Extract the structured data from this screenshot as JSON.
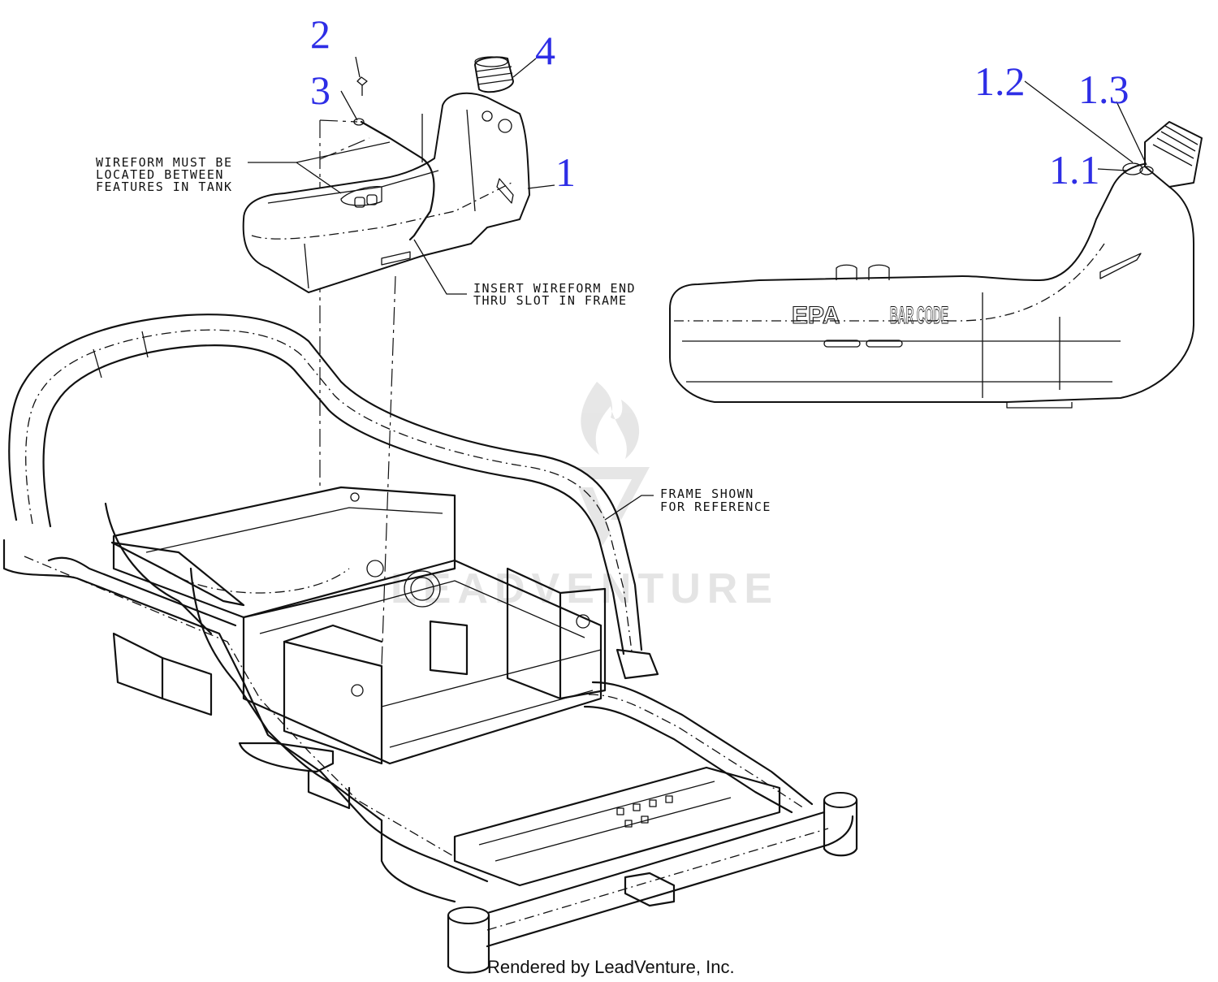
{
  "callouts": {
    "c1": "1",
    "c2": "2",
    "c3": "3",
    "c4": "4",
    "c1_1": "1.1",
    "c1_2": "1.2",
    "c1_3": "1.3"
  },
  "notes": {
    "wireform_line1": "WIREFORM MUST BE",
    "wireform_line2": "LOCATED BETWEEN",
    "wireform_line3": "FEATURES IN TANK",
    "insert_line1": "INSERT WIREFORM END",
    "insert_line2": "THRU SLOT IN FRAME",
    "frame_line1": "FRAME SHOWN",
    "frame_line2": "FOR REFERENCE"
  },
  "tank_labels": {
    "epa": "EPA",
    "barcode": "BAR CODE"
  },
  "watermark": "LEADVENTURE",
  "footer": "Rendered by LeadVenture, Inc.",
  "colors": {
    "callout": "#2e2ee6",
    "line": "#111111",
    "watermark": "#e4e4e4",
    "background": "#ffffff"
  }
}
